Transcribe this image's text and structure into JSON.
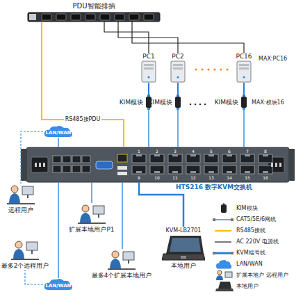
{
  "diagram": {
    "nodes": [
      {
        "text": [
          "PDU智能排插"
        ]
      },
      {
        "text": [
          "PC1"
        ]
      },
      {
        "text": [
          "PC2"
        ]
      },
      {
        "text": [
          "PC16"
        ]
      },
      {
        "text": [
          "KIM模块"
        ]
      },
      {
        "text": [
          "KIM模块"
        ]
      },
      {
        "text": [
          "KIM模块"
        ]
      },
      {
        "text": [
          "LAN/WAN"
        ]
      },
      {
        "text": [
          "HTS216 数字KVM交换机"
        ]
      },
      {
        "text": [
          "远程用户"
        ]
      },
      {
        "text": [
          "扩展本地用户P1"
        ]
      },
      {
        "text": [
          "KVM-LB2701",
          "本地用户"
        ]
      },
      {
        "text": [
          "最多2个远程用户"
        ]
      },
      {
        "text": [
          "最多4个扩展本地用户"
        ]
      },
      {
        "text": [
          "LAN/WAN"
        ]
      }
    ],
    "edges": [
      {
        "from": 0,
        "to": 1,
        "arrow": "none"
      },
      {
        "from": 0,
        "to": 2,
        "arrow": "none"
      },
      {
        "from": 0,
        "to": 3,
        "arrow": "none"
      },
      {
        "from": 1,
        "to": 4,
        "arrow": "none"
      },
      {
        "from": 2,
        "to": 5,
        "arrow": "none"
      },
      {
        "from": 3,
        "to": 6,
        "arrow": "none"
      },
      {
        "from": 4,
        "to": 8,
        "arrow": "none"
      },
      {
        "from": 5,
        "to": 8,
        "arrow": "none"
      },
      {
        "from": 6,
        "to": 8,
        "arrow": "none"
      },
      {
        "from": 0,
        "to": 8,
        "label": "RS485接PDU",
        "arrow": "none"
      },
      {
        "from": 8,
        "to": 7,
        "arrow": "none"
      },
      {
        "from": 7,
        "to": 9,
        "arrow": "none"
      },
      {
        "from": 8,
        "to": 10,
        "arrow": "none"
      },
      {
        "from": 8,
        "to": 11,
        "arrow": "none"
      },
      {
        "from": 8,
        "to": 13,
        "arrow": "none"
      },
      {
        "from": 8,
        "to": 14,
        "arrow": "none"
      },
      {
        "from": 14,
        "to": 12,
        "arrow": "none"
      }
    ],
    "labels": [
      "MAX:PC16",
      "MAX:模块16",
      "1",
      "2",
      "3",
      "4",
      "5",
      "6",
      "7",
      "8",
      "9",
      "10",
      "11",
      "12",
      "13",
      "14",
      "15",
      "16"
    ],
    "legend": [
      {
        "text": "KIM模块"
      },
      {
        "text": "CAT5/5E/6网线"
      },
      {
        "text": "RS485接线"
      },
      {
        "text": "AC 220V 电源线"
      },
      {
        "text": "KVM端号线"
      },
      {
        "text": "LAN/WAN"
      },
      {
        "text": "扩展本地户 远程用户"
      },
      {
        "text": "本地用户"
      }
    ]
  }
}
